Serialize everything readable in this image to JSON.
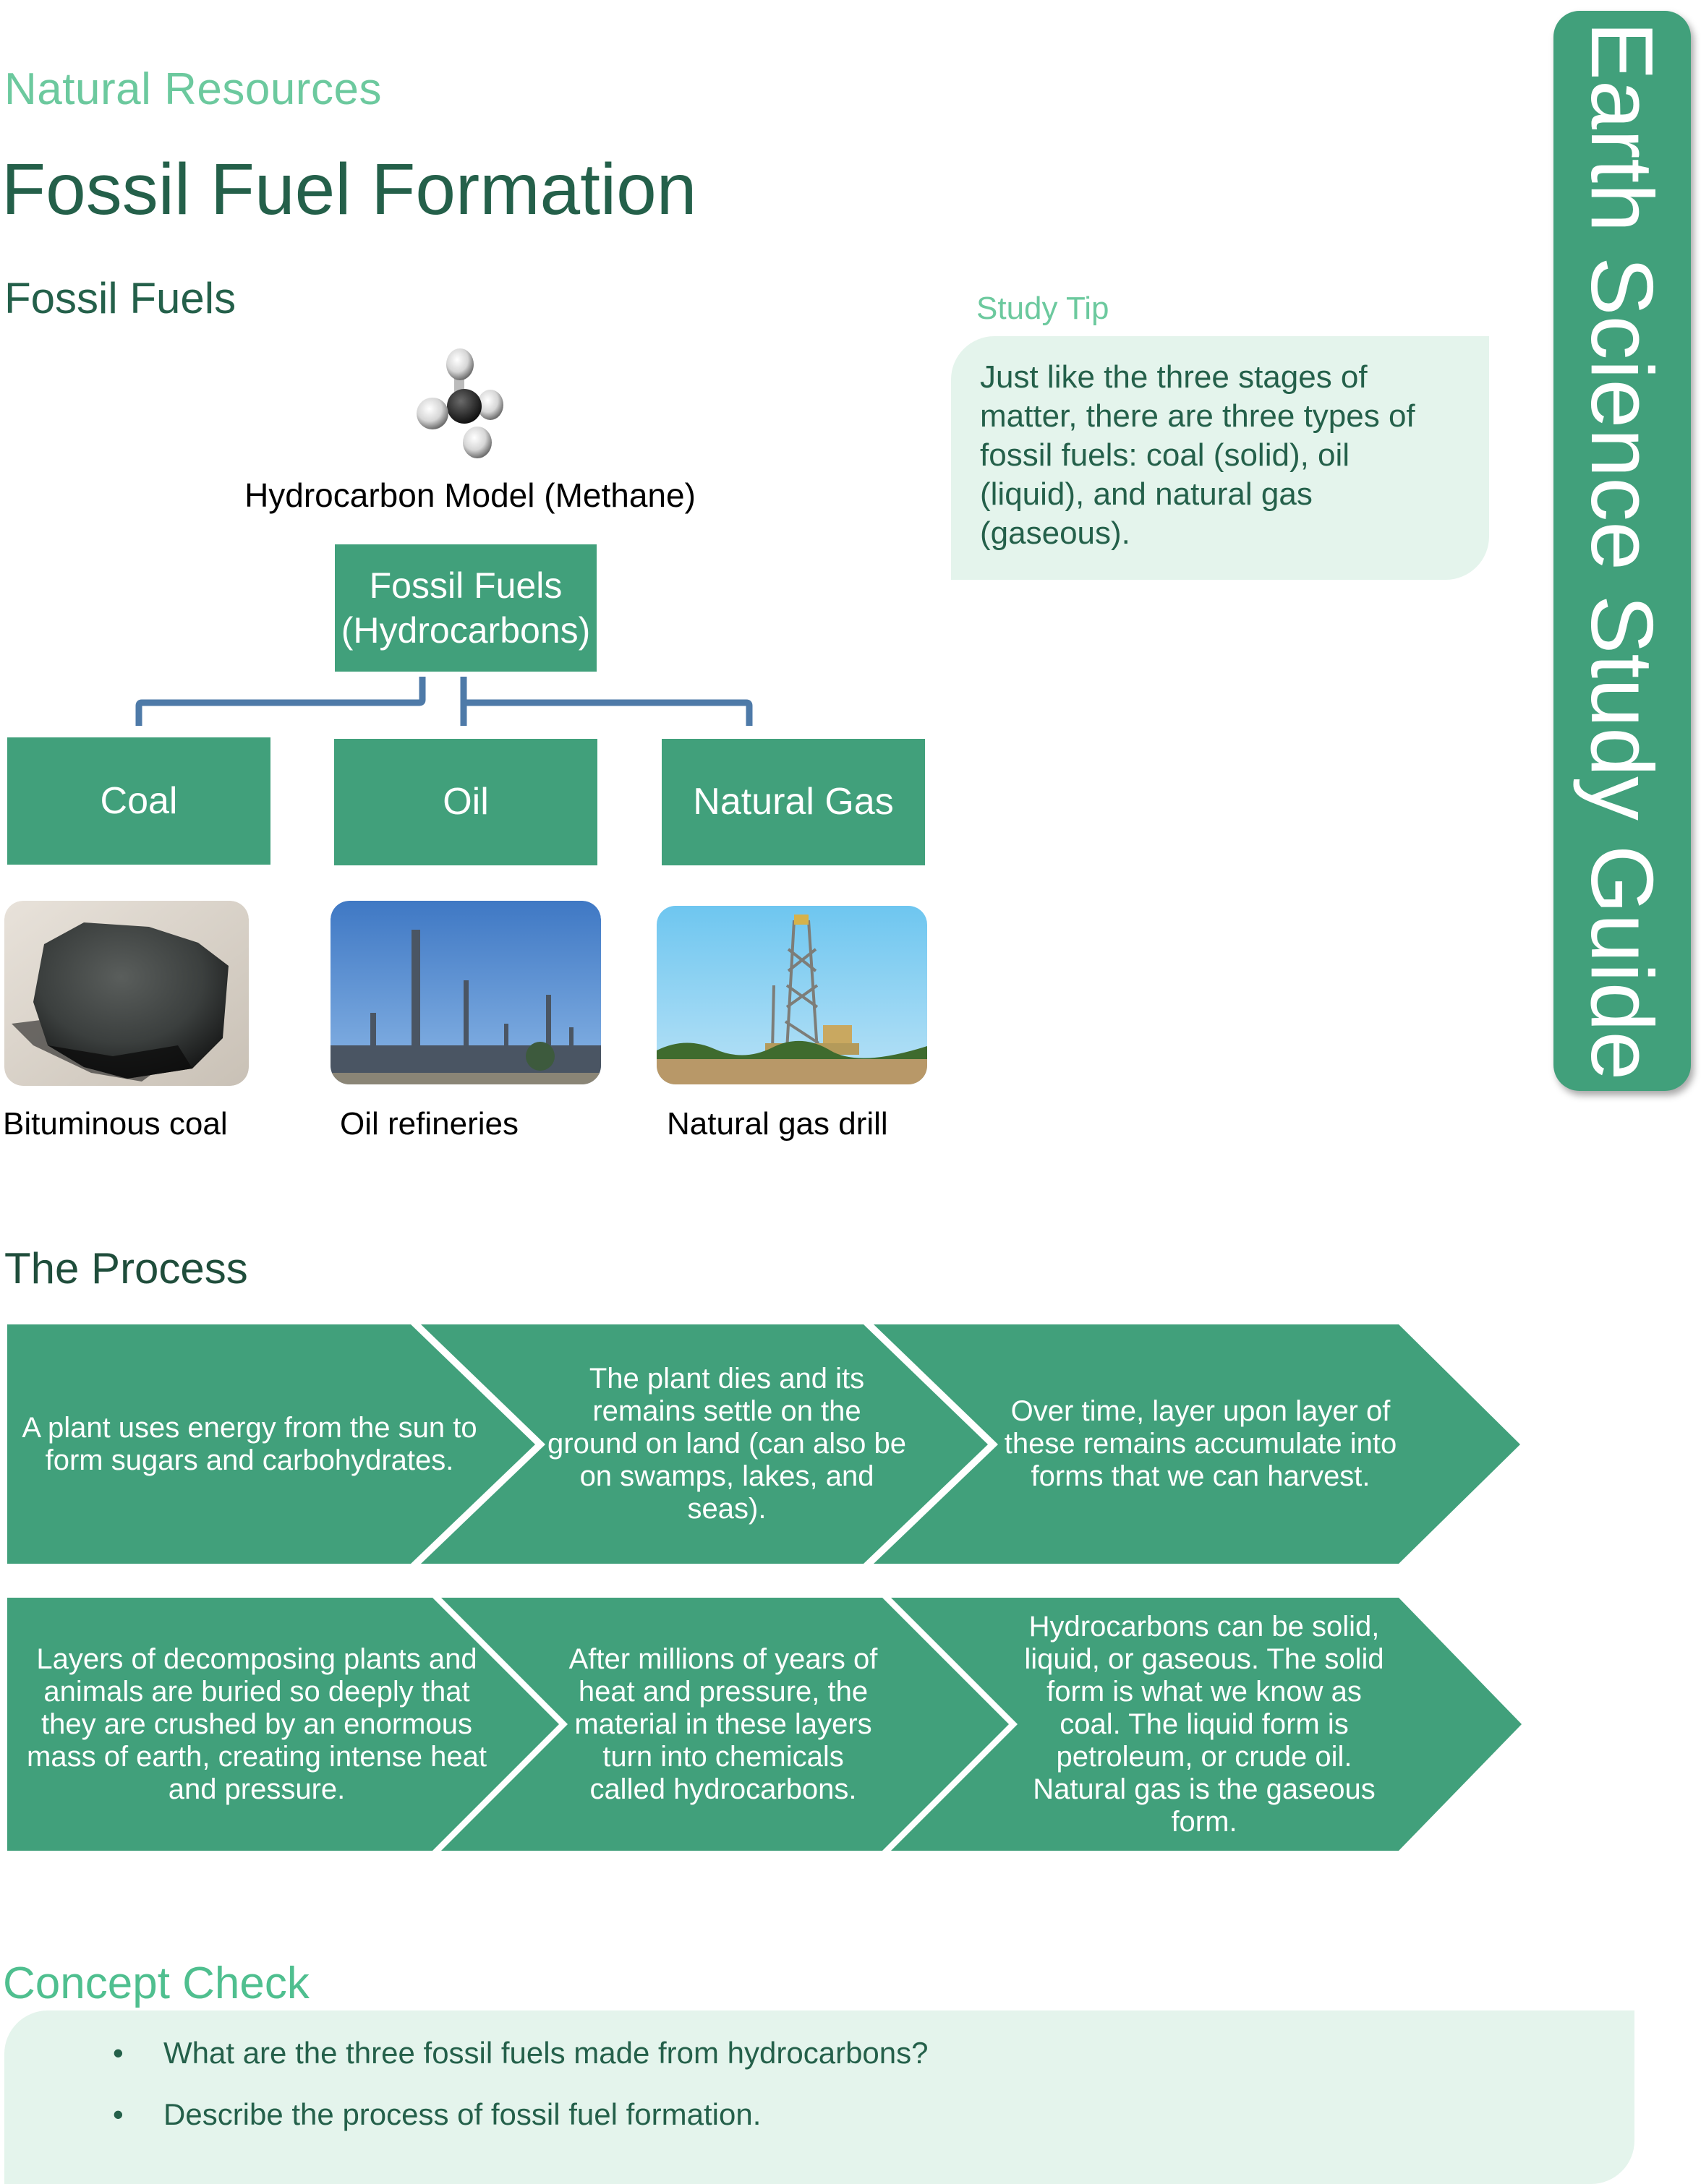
{
  "header": {
    "subtitle": "Natural Resources",
    "title": "Fossil Fuel Formation"
  },
  "side_tab": {
    "label": "Earth Science Study Guide"
  },
  "fossil_fuels": {
    "heading": "Fossil Fuels",
    "model_icon": "methane-molecule-icon",
    "model_caption": "Hydrocarbon Model (Methane)",
    "root_box": {
      "line1": "Fossil Fuels",
      "line2": "(Hydrocarbons)"
    },
    "children": [
      {
        "label": "Coal",
        "image": "bituminous-coal-photo",
        "caption": "Bituminous coal"
      },
      {
        "label": "Oil",
        "image": "oil-refinery-photo",
        "caption": "Oil refineries"
      },
      {
        "label": "Natural Gas",
        "image": "natural-gas-drill-photo",
        "caption": "Natural gas drill"
      }
    ]
  },
  "study_tip": {
    "label": "Study Tip",
    "text": "Just like the three stages of matter, there are three types of fossil fuels: coal (solid), oil (liquid), and natural gas (gaseous)."
  },
  "process": {
    "heading": "The Process",
    "steps": [
      "A plant uses energy from the sun to form sugars and carbohydrates.",
      "The plant dies and its remains settle on the ground on land (can also be on swamps, lakes, and seas).",
      "Over time, layer upon layer of these remains accumulate into forms that we can harvest.",
      "Layers of decomposing plants and animals are buried so deeply that they are crushed by an enormous mass of earth, creating intense heat and pressure.",
      "After millions of years of heat and pressure, the material in these layers turn into chemicals called hydrocarbons.",
      "Hydrocarbons can be solid, liquid, or gaseous. The solid form is what we know as coal. The liquid form is petroleum, or crude oil. Natural gas is the gaseous form."
    ]
  },
  "concept_check": {
    "heading": "Concept Check",
    "bullet_glyph": "•",
    "questions": [
      "What are the three fossil fuels made from hydrocarbons?",
      "Describe the process of fossil fuel formation."
    ]
  },
  "colors": {
    "accent_green": "#41a07b",
    "light_green": "#6cc99e",
    "dark_green": "#24604a",
    "pale_green_bg": "#e4f4ec",
    "connector_blue": "#4e7aa8"
  }
}
